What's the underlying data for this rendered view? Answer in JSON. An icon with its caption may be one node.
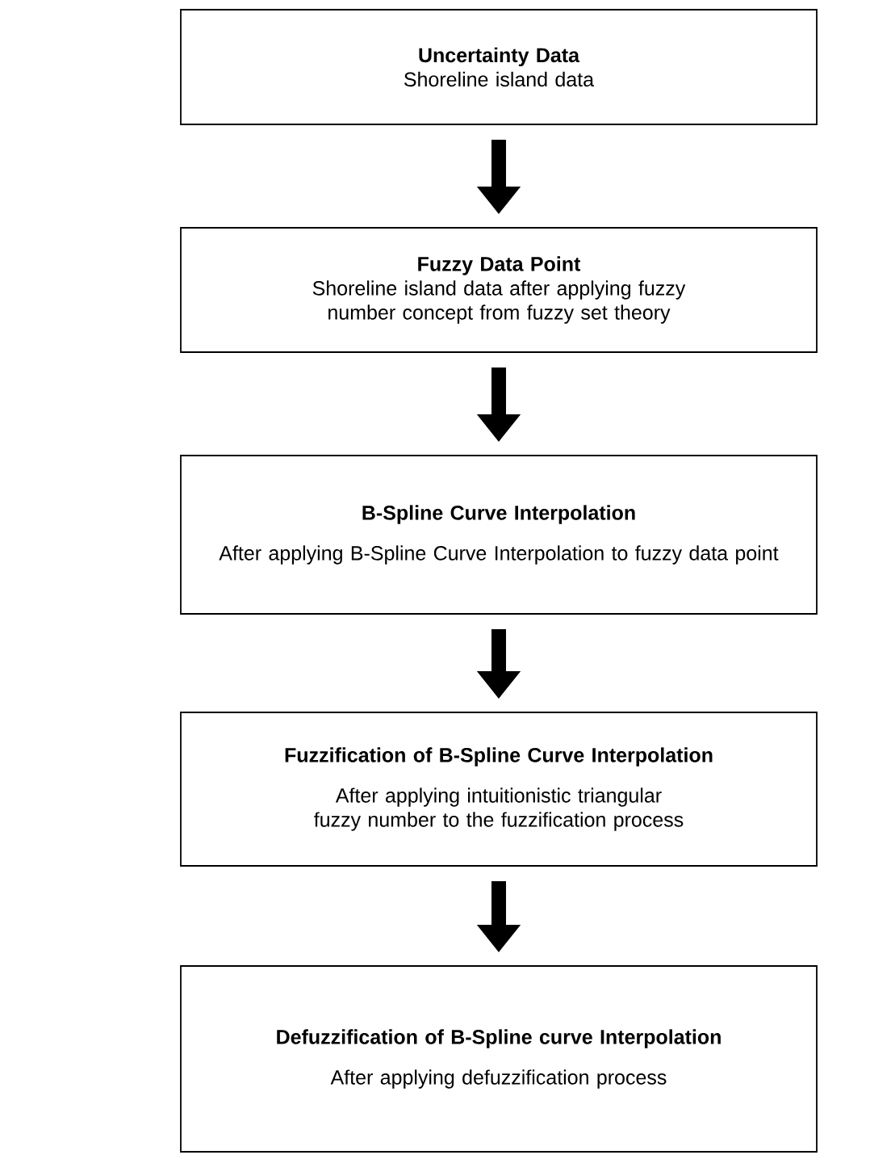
{
  "diagram": {
    "nodes": [
      {
        "text": [
          "Uncertainty Data",
          "Shoreline island data"
        ]
      },
      {
        "text": [
          "Fuzzy Data Point",
          "Shoreline island data after applying fuzzy number concept from fuzzy set theory"
        ]
      },
      {
        "text": [
          "B-Spline Curve Interpolation",
          "After applying B-Spline Curve Interpolation to fuzzy data point"
        ]
      },
      {
        "text": [
          "Fuzzification of B-Spline Curve Interpolation",
          "After applying intuitionistic triangular fuzzy number to the fuzzification process"
        ]
      },
      {
        "text": [
          "Defuzzification of B-Spline curve Interpolation",
          "After applying defuzzification process"
        ]
      }
    ],
    "edges": [
      {
        "from": 0,
        "to": 1,
        "arrow": "to"
      },
      {
        "from": 1,
        "to": 2,
        "arrow": "to"
      },
      {
        "from": 2,
        "to": 3,
        "arrow": "to"
      },
      {
        "from": 3,
        "to": 4,
        "arrow": "to"
      }
    ]
  }
}
